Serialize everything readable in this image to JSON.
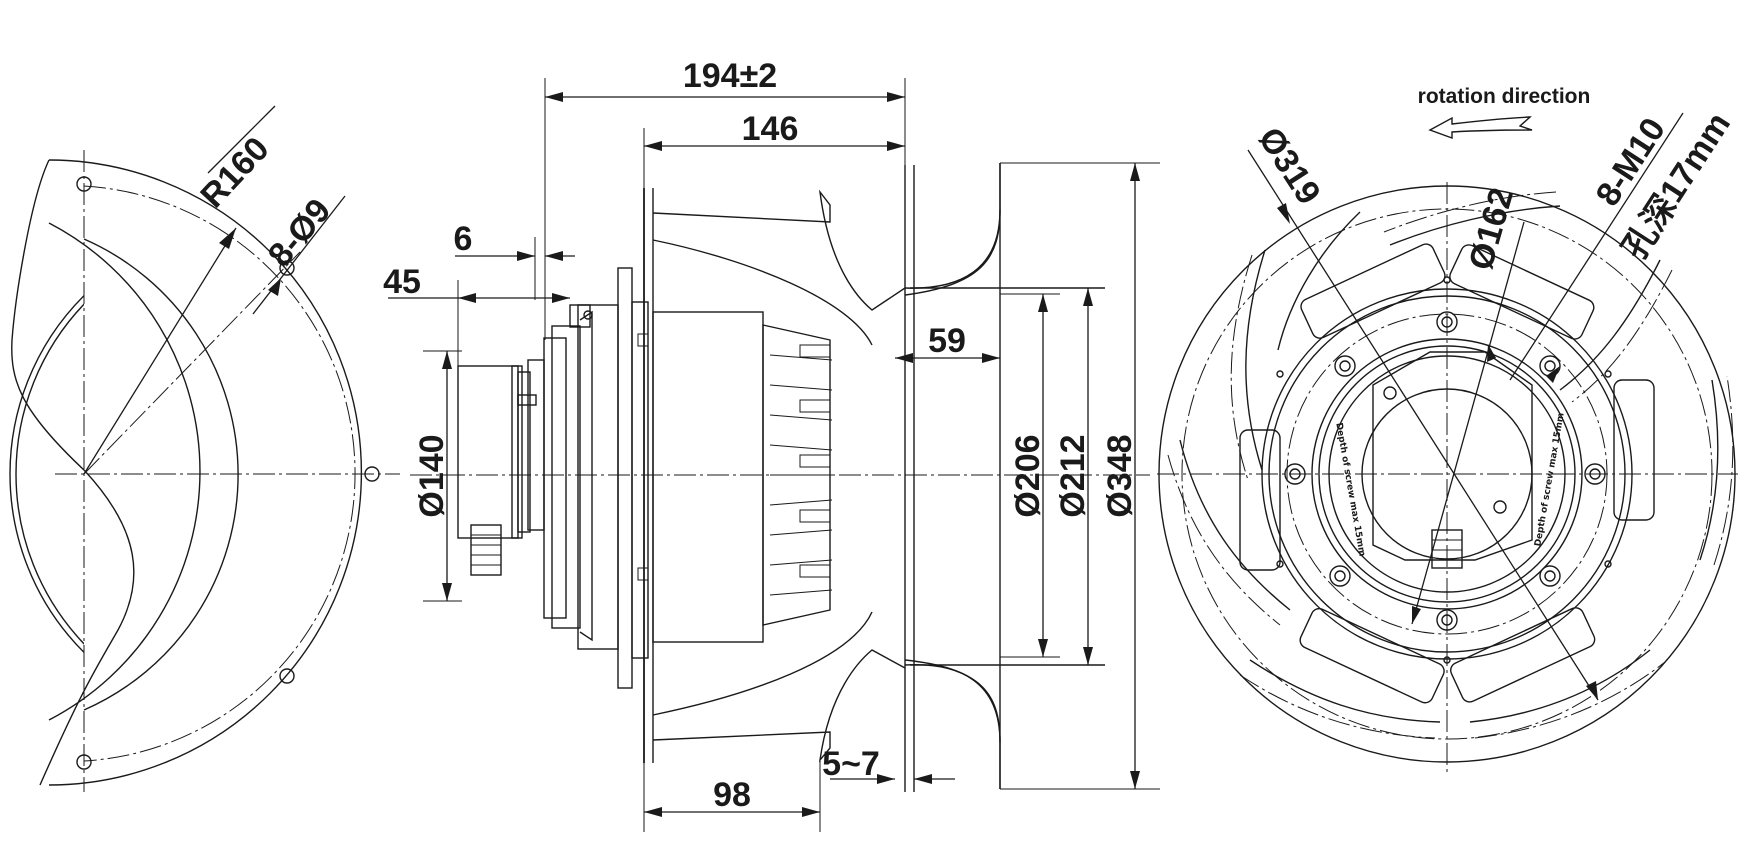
{
  "side_view": {
    "dim_194": "194±2",
    "dim_146": "146",
    "dim_6": "6",
    "dim_45": "45",
    "dim_59": "59",
    "dim_140": "Ø140",
    "dim_206": "Ø206",
    "dim_212": "Ø212",
    "dim_348": "Ø348",
    "dim_5_7": "5~7",
    "dim_98": "98"
  },
  "inlet_view": {
    "radius": "R160",
    "holes": "8-Ø9"
  },
  "front_view": {
    "rotation": "rotation direction",
    "dia_319": "Ø319",
    "dia_162": "Ø162",
    "threads": "8-M10",
    "depth": "孔深17mm",
    "embossed_left": "Depth of screw max 15mm",
    "embossed_right": "Depth of screw max 15mm"
  }
}
